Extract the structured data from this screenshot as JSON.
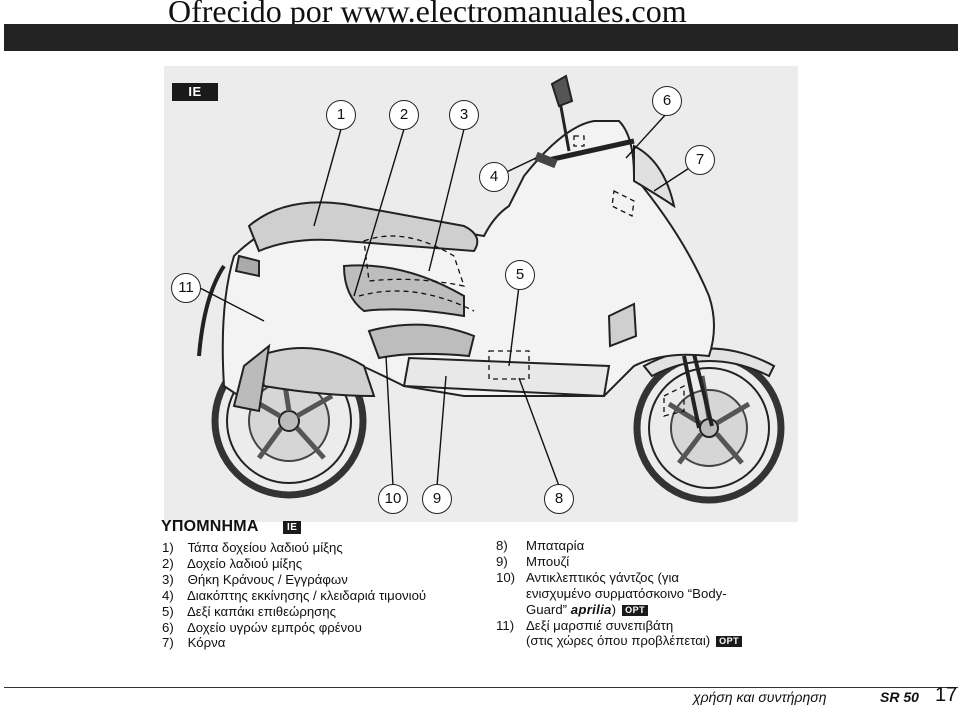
{
  "watermark": "Ofrecido por www.electromanuales.com",
  "figure": {
    "tag": "IE",
    "callouts": [
      "1",
      "2",
      "3",
      "4",
      "5",
      "6",
      "7",
      "8",
      "9",
      "10",
      "11"
    ]
  },
  "legend": {
    "title": "ΥΠΟΜΝΗΜΑ",
    "tag": "IE",
    "left_items": [
      {
        "num": "1)",
        "text": "Τάπα δοχείου λαδιού μίξης"
      },
      {
        "num": "2)",
        "text": "Δοχείο λαδιού μίξης"
      },
      {
        "num": "3)",
        "text": "Θήκη Κράνους / Εγγράφων"
      },
      {
        "num": "4)",
        "text": "Διακόπτης εκκίνησης / κλειδαριά τιμονιού"
      },
      {
        "num": "5)",
        "text": "Δεξί καπάκι επιθεώρησης"
      },
      {
        "num": "6)",
        "text": "Δοχείο υγρών εμπρός φρένου"
      },
      {
        "num": "7)",
        "text": "Κόρνα"
      }
    ],
    "right_items": {
      "item8": {
        "num": "8)",
        "text": "Μπαταρία"
      },
      "item9": {
        "num": "9)",
        "text": "Μπουζί"
      },
      "item10": {
        "num": "10)",
        "line1": "Αντικλεπτικός γάντζος (για",
        "line2": "ενισχυμένο συρματόσκοινο “Body-",
        "line3_pre": "Guard”",
        "brand": "aprilia",
        "line3_post": ")",
        "opt": "OPT"
      },
      "item11": {
        "num": "11)",
        "line1": "Δεξί μαρσπιέ συνεπιβάτη",
        "line2": "(στις χώρες όπου προβλέπεται)",
        "opt": "OPT"
      }
    }
  },
  "footer": {
    "text": "χρήση και συντήρηση",
    "model": "SR 50",
    "page": "17"
  }
}
